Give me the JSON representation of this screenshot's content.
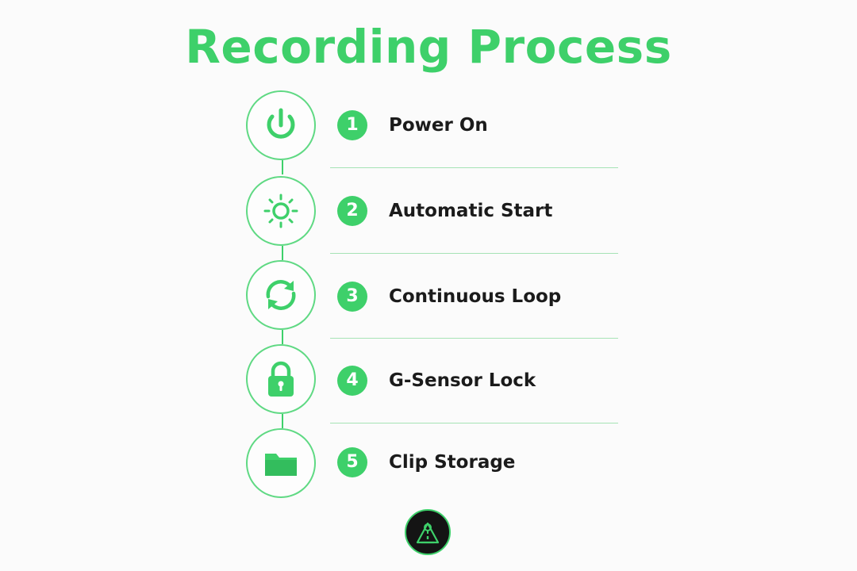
{
  "title": "Recording Process",
  "accent_color": "#3ed06a",
  "steps": [
    {
      "number": "1",
      "label": "Power On",
      "icon": "power-icon"
    },
    {
      "number": "2",
      "label": "Automatic Start",
      "icon": "sun-icon"
    },
    {
      "number": "3",
      "label": "Continuous Loop",
      "icon": "loop-icon"
    },
    {
      "number": "4",
      "label": "G-Sensor Lock",
      "icon": "lock-icon"
    },
    {
      "number": "5",
      "label": "Clip Storage",
      "icon": "folder-icon"
    }
  ],
  "footer": {
    "logo_icon": "road-warning-logo-icon"
  }
}
